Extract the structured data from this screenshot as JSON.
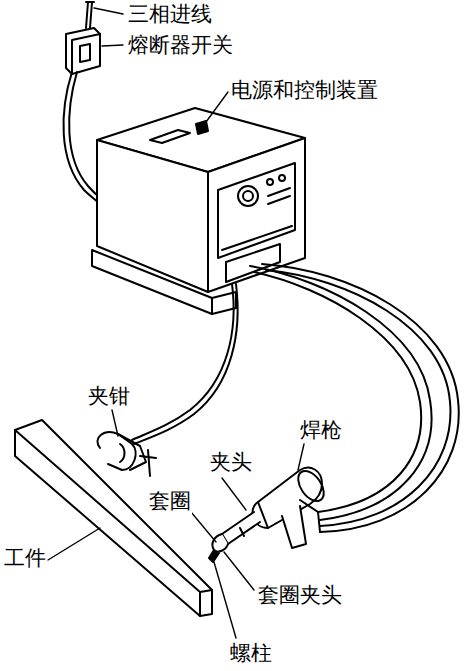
{
  "diagram": {
    "labels": [
      "三相进线",
      "熔断器开关",
      "电源和控制装置",
      "夹钳",
      "焊枪",
      "夹头",
      "套圈",
      "工件",
      "套圈夹头",
      "螺柱"
    ]
  }
}
